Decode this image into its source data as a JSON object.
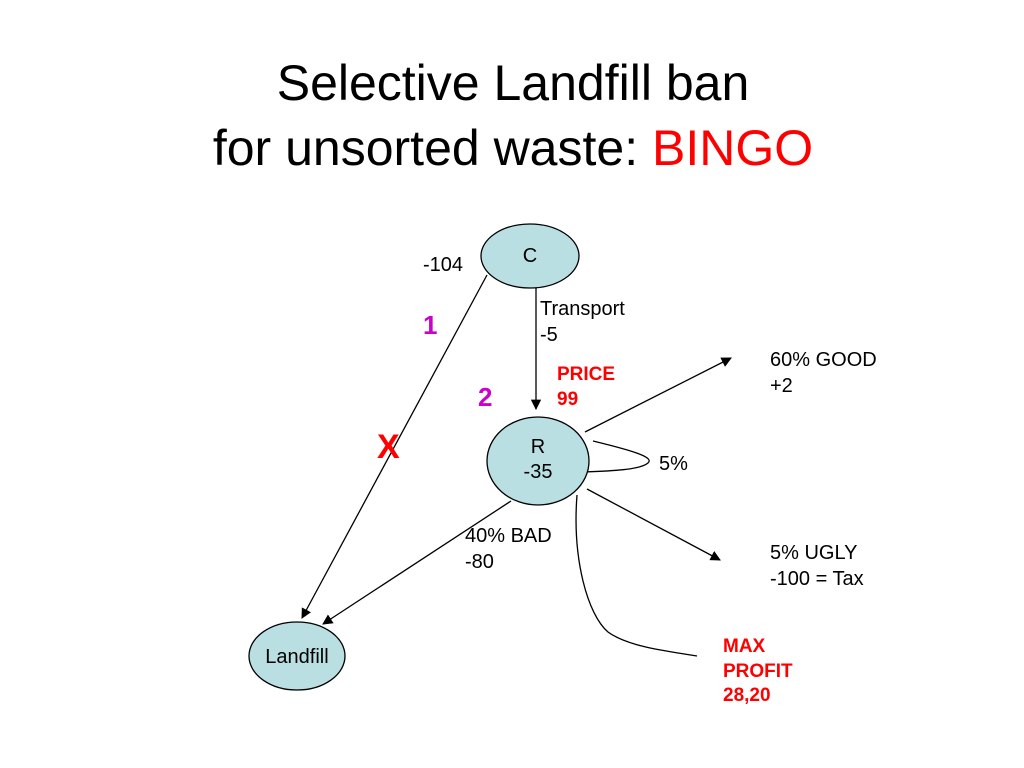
{
  "title": {
    "line1": "Selective Landfill ban",
    "line2_prefix": "for unsorted waste: ",
    "line2_accent": "BINGO"
  },
  "nodes": {
    "c": {
      "label": "C"
    },
    "r": {
      "line1": "R",
      "line2": "-35"
    },
    "landfill": {
      "label": "Landfill"
    }
  },
  "labels": {
    "c_value": "-104",
    "transport": "Transport",
    "transport_value": "-5",
    "price": "PRICE",
    "price_value": "99",
    "route1": "1",
    "route2": "2",
    "blocked": "X",
    "good": "60% GOOD",
    "good_value": "+2",
    "loop": "5%",
    "bad": "40% BAD",
    "bad_value": "-80",
    "ugly": "5% UGLY",
    "ugly_value": "-100 = Tax",
    "max": "MAX",
    "profit": "PROFIT",
    "profit_value": "28,20"
  },
  "colors": {
    "node_fill": "#b9dfe3",
    "accent_red": "#ff0000",
    "route_magenta": "#cc00cc"
  }
}
